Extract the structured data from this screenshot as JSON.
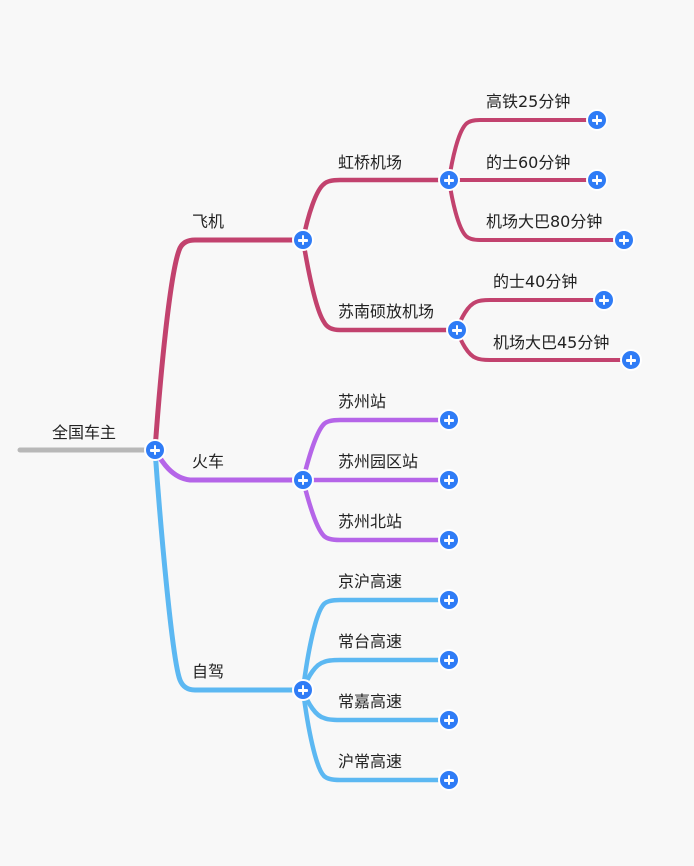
{
  "root": {
    "label": "全国车主"
  },
  "colors": {
    "plane": "#c2426e",
    "train": "#b565e8",
    "car": "#5cb8f2",
    "root_line": "#b8b8b8",
    "button": "#2f7cf6"
  },
  "icons": {
    "expand": "plus-circle-icon"
  },
  "branches": [
    {
      "label": "飞机",
      "children": [
        {
          "label": "虹桥机场",
          "children": [
            {
              "label": "高铁25分钟"
            },
            {
              "label": "的士60分钟"
            },
            {
              "label": "机场大巴80分钟"
            }
          ]
        },
        {
          "label": "苏南硕放机场",
          "children": [
            {
              "label": "的士40分钟"
            },
            {
              "label": "机场大巴45分钟"
            }
          ]
        }
      ]
    },
    {
      "label": "火车",
      "children": [
        {
          "label": "苏州站"
        },
        {
          "label": "苏州园区站"
        },
        {
          "label": "苏州北站"
        }
      ]
    },
    {
      "label": "自驾",
      "children": [
        {
          "label": "京沪高速"
        },
        {
          "label": "常台高速"
        },
        {
          "label": "常嘉高速"
        },
        {
          "label": "沪常高速"
        }
      ]
    }
  ]
}
